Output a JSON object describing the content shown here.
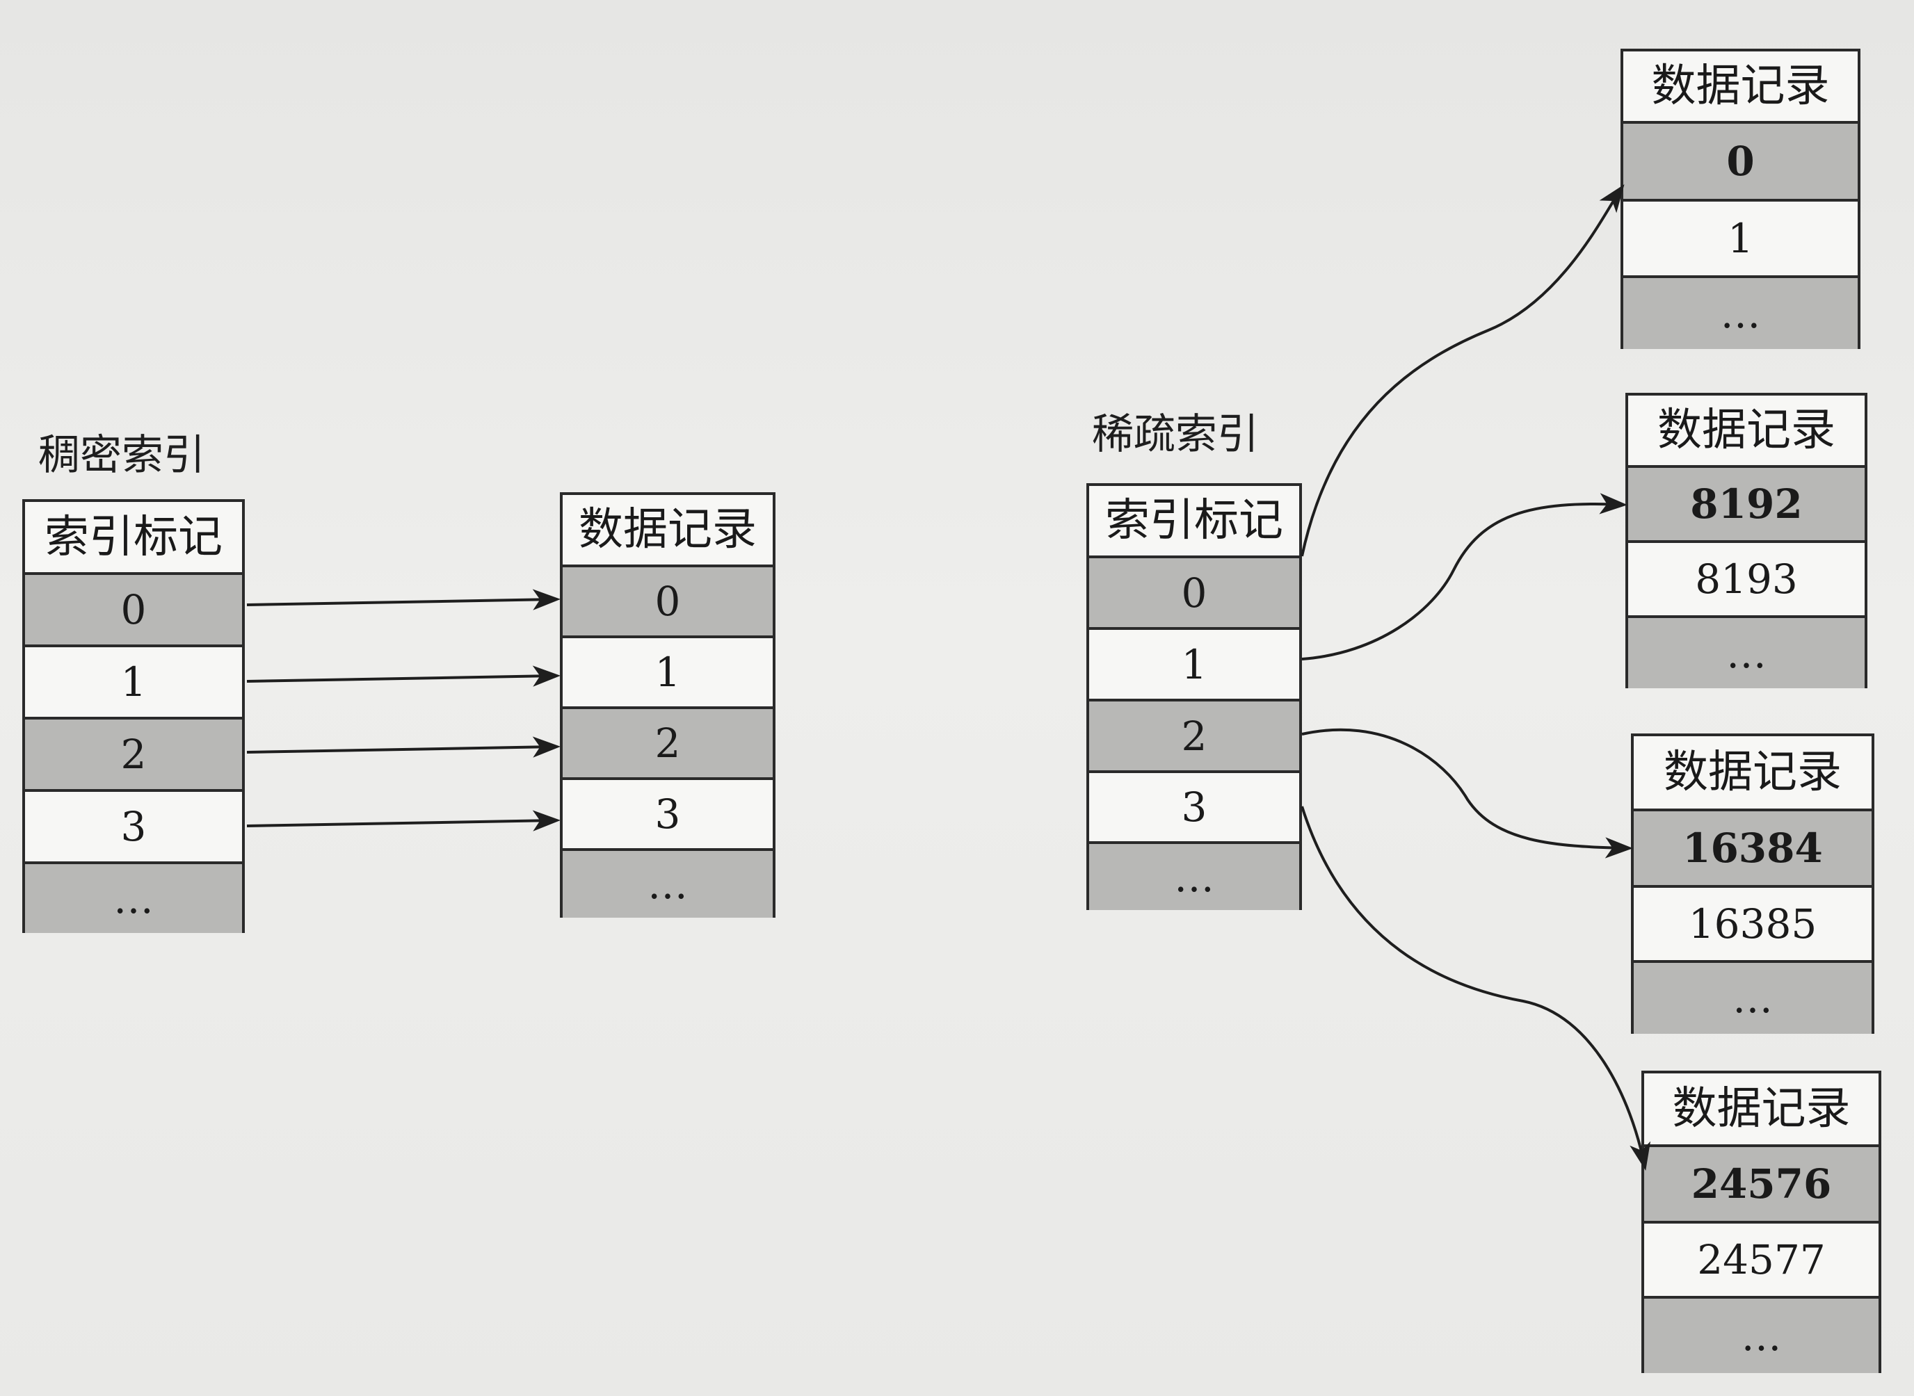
{
  "dense_index": {
    "caption": "稠密索引",
    "index_table": {
      "header": "索引标记",
      "rows": [
        "0",
        "1",
        "2",
        "3",
        "…"
      ]
    },
    "data_table": {
      "header": "数据记录",
      "rows": [
        "0",
        "1",
        "2",
        "3",
        "…"
      ]
    }
  },
  "sparse_index": {
    "caption": "稀疏索引",
    "index_table": {
      "header": "索引标记",
      "rows": [
        "0",
        "1",
        "2",
        "3",
        "…"
      ]
    },
    "data_tables": [
      {
        "header": "数据记录",
        "rows": [
          "0",
          "1",
          "…"
        ]
      },
      {
        "header": "数据记录",
        "rows": [
          "8192",
          "8193",
          "…"
        ]
      },
      {
        "header": "数据记录",
        "rows": [
          "16384",
          "16385",
          "…"
        ]
      },
      {
        "header": "数据记录",
        "rows": [
          "24576",
          "24577",
          "…"
        ]
      }
    ]
  },
  "colors": {
    "shaded_row": "#b8b8b6",
    "white_row": "#f7f7f5",
    "line": "#2a2a2a"
  }
}
